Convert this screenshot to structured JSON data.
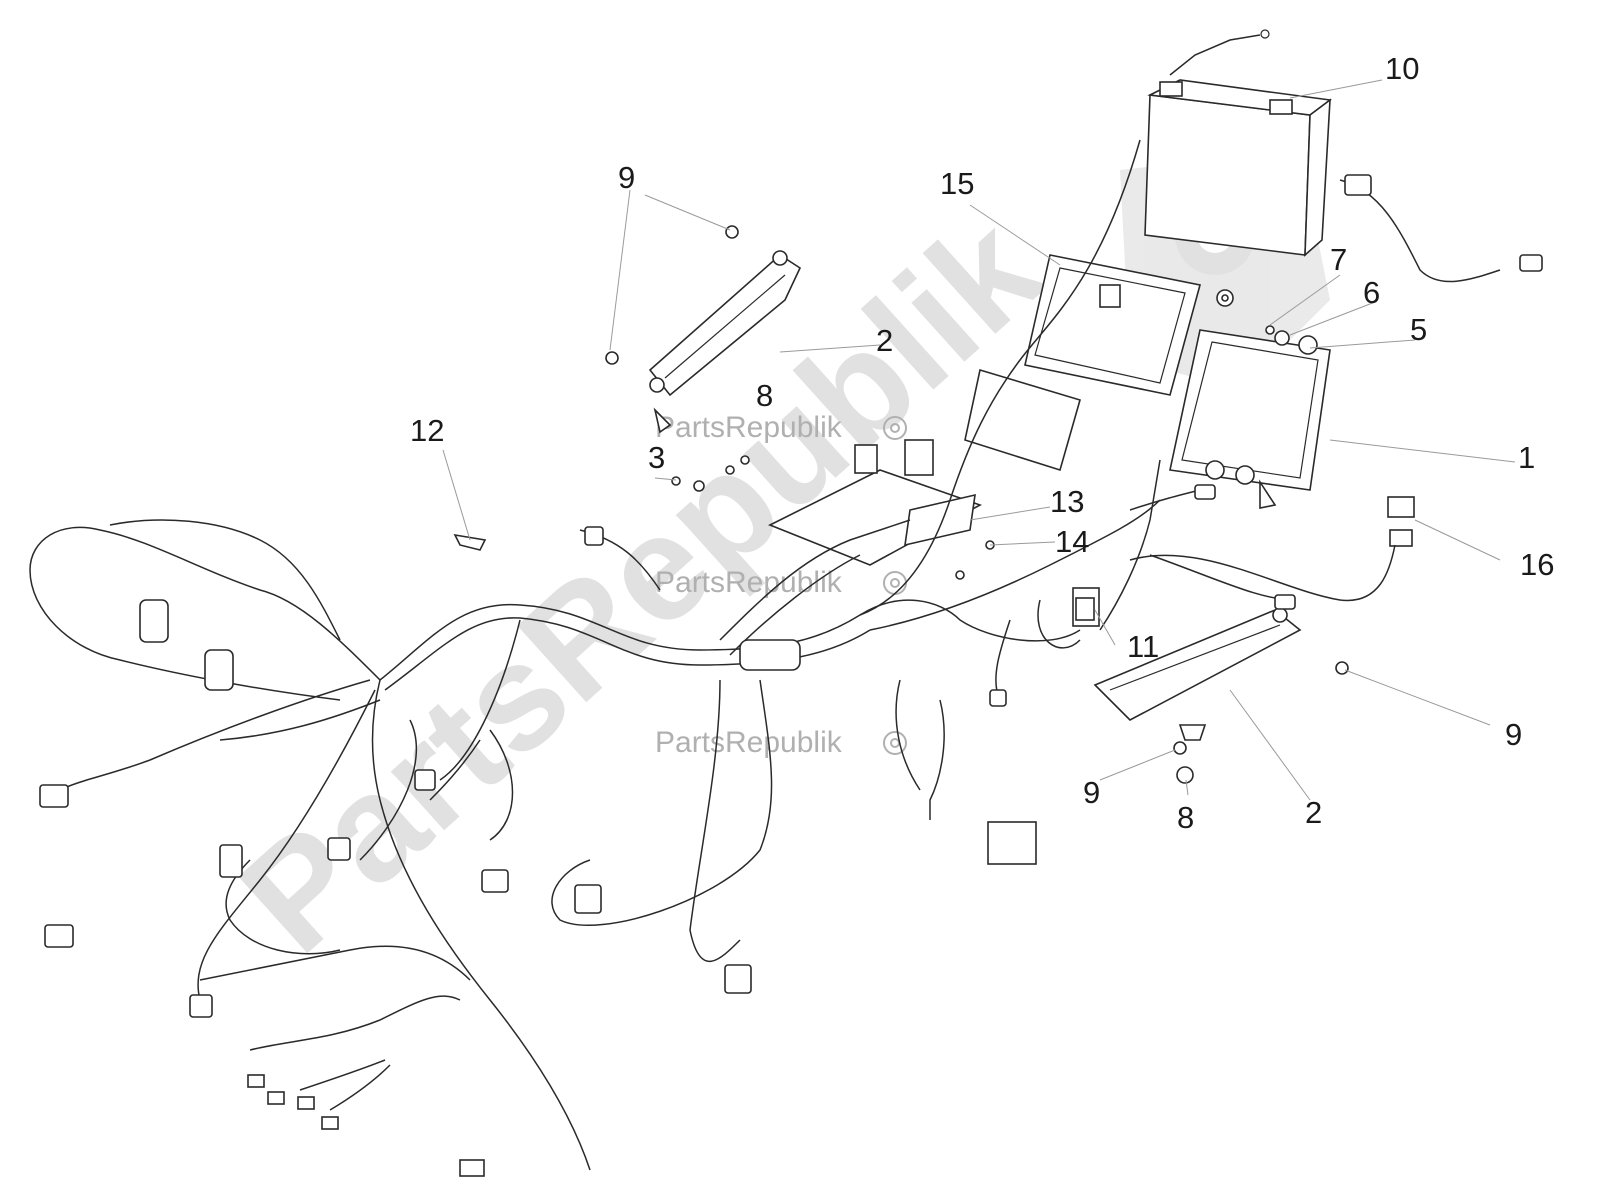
{
  "watermark": {
    "big_text": "PartsRepublik",
    "small_text": "PartsRepublik"
  },
  "callouts": [
    {
      "id": "c10",
      "label": "10"
    },
    {
      "id": "c15",
      "label": "15"
    },
    {
      "id": "c9a",
      "label": "9"
    },
    {
      "id": "c2a",
      "label": "2"
    },
    {
      "id": "c8a",
      "label": "8"
    },
    {
      "id": "c7",
      "label": "7"
    },
    {
      "id": "c6",
      "label": "6"
    },
    {
      "id": "c5",
      "label": "5"
    },
    {
      "id": "c12",
      "label": "12"
    },
    {
      "id": "c3",
      "label": "3"
    },
    {
      "id": "c1",
      "label": "1"
    },
    {
      "id": "c13",
      "label": "13"
    },
    {
      "id": "c14",
      "label": "14"
    },
    {
      "id": "c16",
      "label": "16"
    },
    {
      "id": "c11",
      "label": "11"
    },
    {
      "id": "c9b",
      "label": "9"
    },
    {
      "id": "c9c",
      "label": "9"
    },
    {
      "id": "c8b",
      "label": "8"
    },
    {
      "id": "c2b",
      "label": "2"
    }
  ],
  "colors": {
    "line": "#2a2a2a",
    "watermark": "#c9c9c9"
  }
}
